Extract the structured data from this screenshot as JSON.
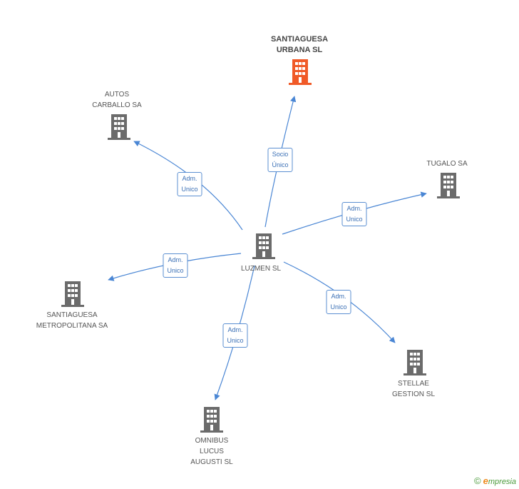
{
  "colors": {
    "edge": "#4a86d4",
    "building": "#6b6b6b",
    "target_building": "#f05a28",
    "label_border": "#5b8fd1"
  },
  "nodes": [
    {
      "id": "luzmen",
      "label": "LUZMEN SL",
      "kind": "center"
    },
    {
      "id": "santiaguesa-urbana",
      "label": "SANTIAGUESA\nURBANA SL",
      "kind": "target"
    },
    {
      "id": "autos-carballo",
      "label": "AUTOS\nCARBALLO SA",
      "kind": "company"
    },
    {
      "id": "tugalo",
      "label": "TUGALO SA",
      "kind": "company"
    },
    {
      "id": "santiaguesa-metropolitana",
      "label": "SANTIAGUESA\nMETROPOLITANA SA",
      "kind": "company"
    },
    {
      "id": "stellae",
      "label": "STELLAE\nGESTION SL",
      "kind": "company"
    },
    {
      "id": "omnibus",
      "label": "OMNIBUS\nLUCUS\nAUGUSTI SL",
      "kind": "company"
    }
  ],
  "edges": [
    {
      "from": "luzmen",
      "to": "santiaguesa-urbana",
      "label": "Socio\nÚnico"
    },
    {
      "from": "luzmen",
      "to": "autos-carballo",
      "label": "Adm.\nUnico"
    },
    {
      "from": "luzmen",
      "to": "tugalo",
      "label": "Adm.\nUnico"
    },
    {
      "from": "luzmen",
      "to": "santiaguesa-metropolitana",
      "label": "Adm.\nUnico"
    },
    {
      "from": "luzmen",
      "to": "stellae",
      "label": "Adm.\nUnico"
    },
    {
      "from": "luzmen",
      "to": "omnibus",
      "label": "Adm.\nUnico"
    }
  ],
  "footer": {
    "copyright_symbol": "©",
    "brand_initial": "e",
    "brand_rest": "mpresia"
  }
}
